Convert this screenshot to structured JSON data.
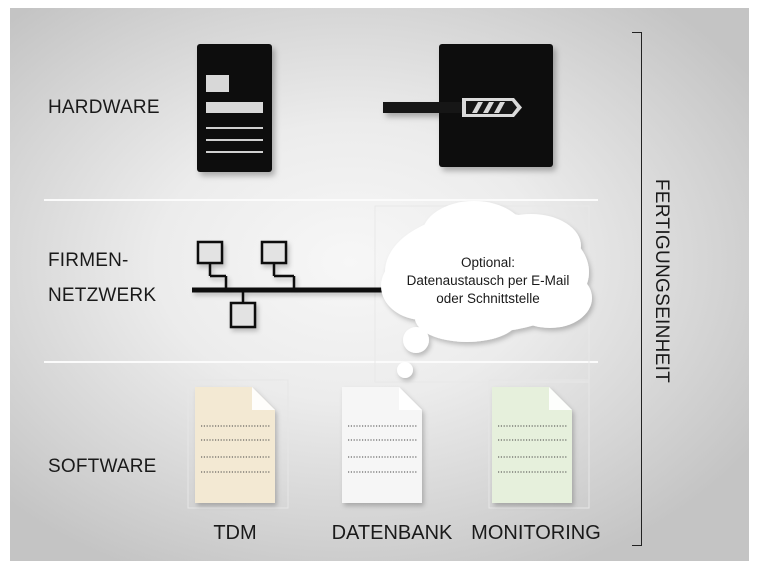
{
  "rows": {
    "hardware": "HARDWARE",
    "network_line1": "FIRMEN-",
    "network_line2": "NETZWERK",
    "software": "SOFTWARE"
  },
  "side_label": "FERTIGUNGSEINHEIT",
  "cloud": {
    "line1": "Optional:",
    "line2": "Datenaustausch per E-Mail",
    "line3": "oder Schnittstelle"
  },
  "documents": [
    {
      "label": "TDM",
      "color": "#f3e9d3"
    },
    {
      "label": "DATENBANK",
      "color": "#f6f6f6"
    },
    {
      "label": "MONITORING",
      "color": "#e6f0dc"
    }
  ],
  "icons": [
    "machine-icon",
    "insertion-device-icon",
    "network-icon",
    "document-icon"
  ]
}
